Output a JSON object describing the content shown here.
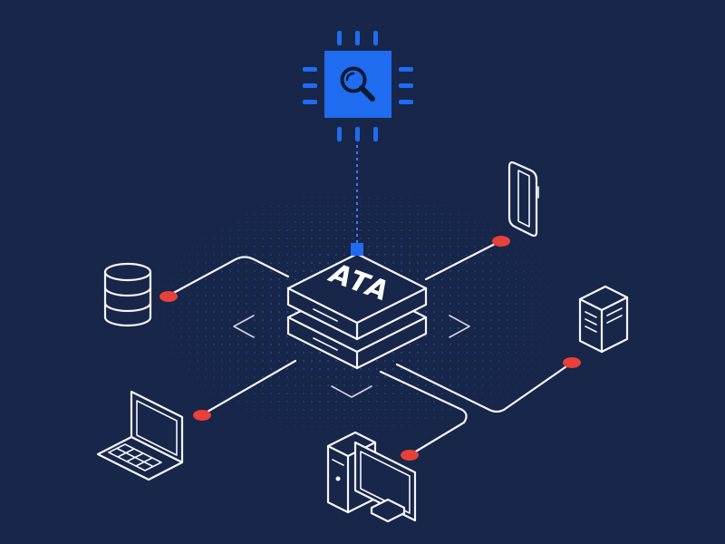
{
  "diagram": {
    "hub_label": "ATA",
    "colors": {
      "background": "#172649",
      "line": "#f4f6fb",
      "accent_blue": "#1f6cf0",
      "connector_red": "#e8403a",
      "dots": "#2f63c9"
    },
    "nodes": [
      {
        "id": "chip",
        "icon": "chip-search-icon"
      },
      {
        "id": "phone",
        "icon": "smartphone-icon"
      },
      {
        "id": "database",
        "icon": "database-icon"
      },
      {
        "id": "server",
        "icon": "server-tower-icon"
      },
      {
        "id": "laptop",
        "icon": "laptop-icon"
      },
      {
        "id": "desktop",
        "icon": "desktop-computer-icon"
      }
    ]
  }
}
